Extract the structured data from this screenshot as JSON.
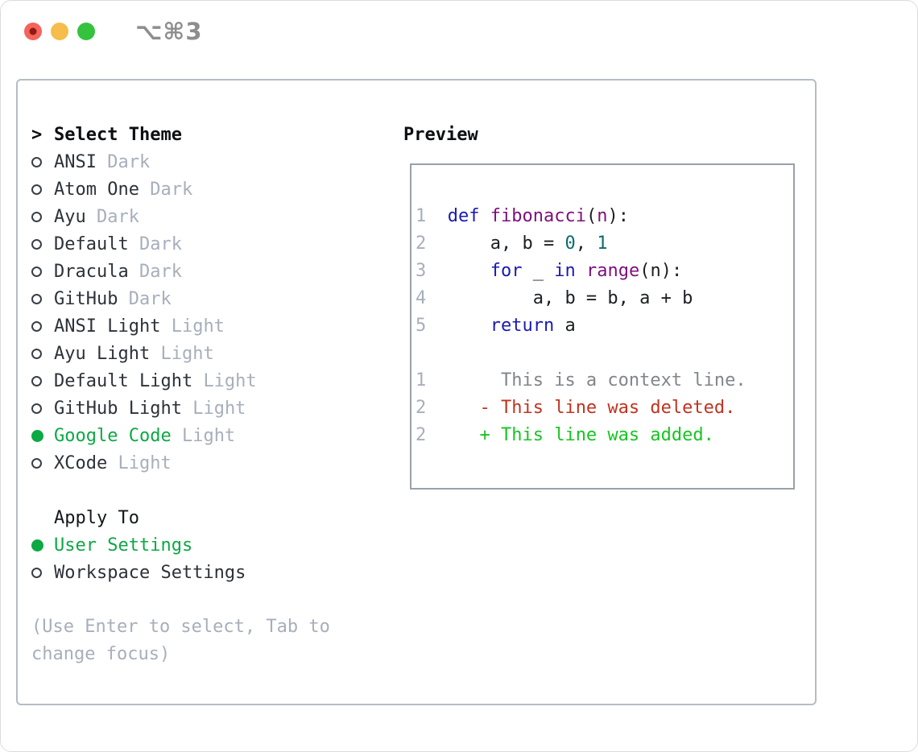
{
  "window": {
    "title": "⌥⌘3",
    "traffic_lights": [
      {
        "name": "close"
      },
      {
        "name": "minimize"
      },
      {
        "name": "zoom"
      }
    ]
  },
  "theme_picker": {
    "header": {
      "prefix": ">",
      "label": "Select Theme"
    },
    "themes": [
      {
        "name": "ANSI",
        "variant": "Dark",
        "selected": false
      },
      {
        "name": "Atom One",
        "variant": "Dark",
        "selected": false
      },
      {
        "name": "Ayu",
        "variant": "Dark",
        "selected": false
      },
      {
        "name": "Default",
        "variant": "Dark",
        "selected": false
      },
      {
        "name": "Dracula",
        "variant": "Dark",
        "selected": false
      },
      {
        "name": "GitHub",
        "variant": "Dark",
        "selected": false
      },
      {
        "name": "ANSI Light",
        "variant": "Light",
        "selected": false
      },
      {
        "name": "Ayu Light",
        "variant": "Light",
        "selected": false
      },
      {
        "name": "Default Light",
        "variant": "Light",
        "selected": false
      },
      {
        "name": "GitHub Light",
        "variant": "Light",
        "selected": false
      },
      {
        "name": "Google Code",
        "variant": "Light",
        "selected": true
      },
      {
        "name": "XCode",
        "variant": "Light",
        "selected": false
      }
    ],
    "apply_to": {
      "label": "Apply To",
      "options": [
        {
          "name": "User Settings",
          "selected": true
        },
        {
          "name": "Workspace Settings",
          "selected": false
        }
      ]
    },
    "help_lines": [
      "(Use Enter to select, Tab to",
      "change focus)"
    ]
  },
  "preview": {
    "label": "Preview",
    "code_lines": [
      {
        "n": "1",
        "tokens": [
          {
            "t": "def",
            "c": "kw"
          },
          {
            "t": " "
          },
          {
            "t": "fibonacci",
            "c": "fn"
          },
          {
            "t": "("
          },
          {
            "t": "n",
            "c": "fn"
          },
          {
            "t": "):"
          }
        ]
      },
      {
        "n": "2",
        "tokens": [
          {
            "t": "    a, b = "
          },
          {
            "t": "0",
            "c": "num"
          },
          {
            "t": ", "
          },
          {
            "t": "1",
            "c": "num"
          }
        ]
      },
      {
        "n": "3",
        "tokens": [
          {
            "t": "    "
          },
          {
            "t": "for",
            "c": "kw"
          },
          {
            "t": " _ "
          },
          {
            "t": "in",
            "c": "kw"
          },
          {
            "t": " "
          },
          {
            "t": "range",
            "c": "fn"
          },
          {
            "t": "(n):"
          }
        ]
      },
      {
        "n": "4",
        "tokens": [
          {
            "t": "        a, b = b, a + b"
          }
        ]
      },
      {
        "n": "5",
        "tokens": [
          {
            "t": "    "
          },
          {
            "t": "return",
            "c": "kw"
          },
          {
            "t": " a"
          }
        ]
      }
    ],
    "diff_lines": [
      {
        "n": "1",
        "marker": " ",
        "text": "This is a context line.",
        "kind": "context"
      },
      {
        "n": "2",
        "marker": "-",
        "text": "This line was deleted.",
        "kind": "deleted"
      },
      {
        "n": "2",
        "marker": "+",
        "text": "This line was added.",
        "kind": "added"
      }
    ]
  },
  "colors": {
    "accent_green": "#0ca944",
    "added_green": "#18c422",
    "deleted_red": "#c0331f",
    "keyword_blue": "#1a1ab4",
    "function_purple": "#7d0f7d",
    "number_teal": "#0a6c6c",
    "muted_gray": "#a7afbb",
    "traffic_red": "#f4645c",
    "traffic_yellow": "#f6bd4a",
    "traffic_green": "#35c33f"
  }
}
